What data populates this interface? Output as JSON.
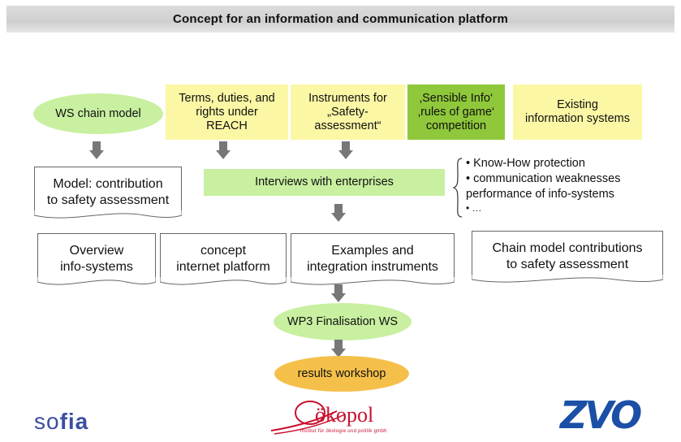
{
  "title": "Concept for an information and communication platform",
  "nodes": {
    "ws_chain_model": "WS chain model",
    "terms_duties": [
      "Terms, duties, and",
      "rights under",
      "REACH"
    ],
    "instruments": [
      "Instruments for",
      "„Safety-",
      "assessment“"
    ],
    "sensible_info": [
      "‚Sensible Info‘",
      "‚rules of game‘",
      "competition"
    ],
    "existing_systems": [
      "Existing",
      "information systems"
    ],
    "model_contribution": [
      "Model: contribution",
      "to safety assessment"
    ],
    "interviews": "Interviews with enterprises",
    "overview": [
      "Overview",
      "info-systems"
    ],
    "concept_platform": [
      "concept",
      "internet platform"
    ],
    "examples": [
      "Examples and",
      "integration instruments"
    ],
    "chain_contributions": [
      "Chain model contributions",
      "to safety assessment"
    ],
    "wp3": "WP3 Finalisation WS",
    "results": "results workshop"
  },
  "bullets": [
    "• Know-How protection",
    "• communication weaknesses",
    "performance of info-systems",
    "• …"
  ],
  "logos": {
    "sofia_a": "so",
    "sofia_b": "fia",
    "okopol": "ökopol",
    "okopol_tagline": "institut für ökologie und politik gmbh",
    "zvo": "ZVO"
  },
  "colors": {
    "yellow": "#fbf7a5",
    "green": "#8fc83a",
    "light_green": "#c8f0a0",
    "orange": "#f5c04a",
    "okopol_red": "#c8102e",
    "zvo_blue": "#1c4fa6",
    "sofia_blue": "#3a4fa0"
  }
}
